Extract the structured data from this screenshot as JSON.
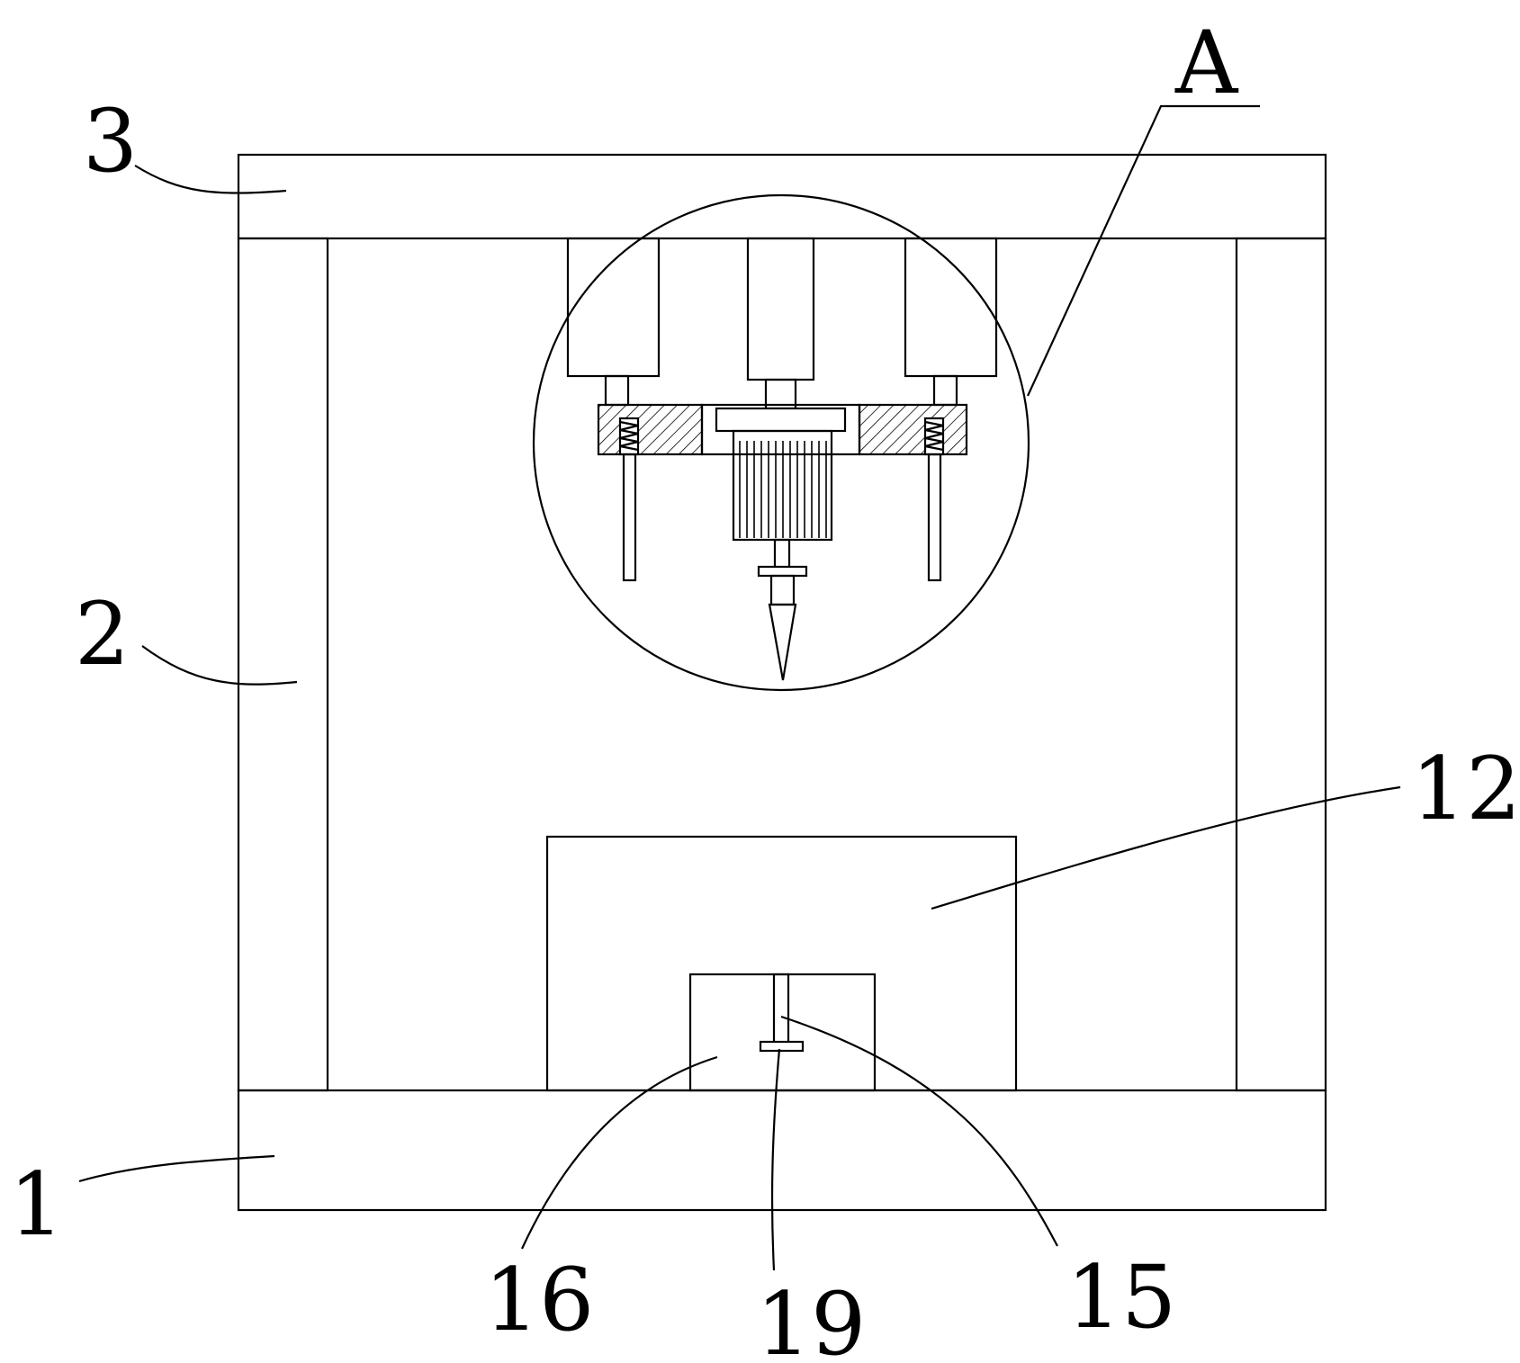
{
  "labels": {
    "l1": "1",
    "l2": "2",
    "l3": "3",
    "l12": "12",
    "l15": "15",
    "l16": "16",
    "l19": "19",
    "lA": "A"
  }
}
